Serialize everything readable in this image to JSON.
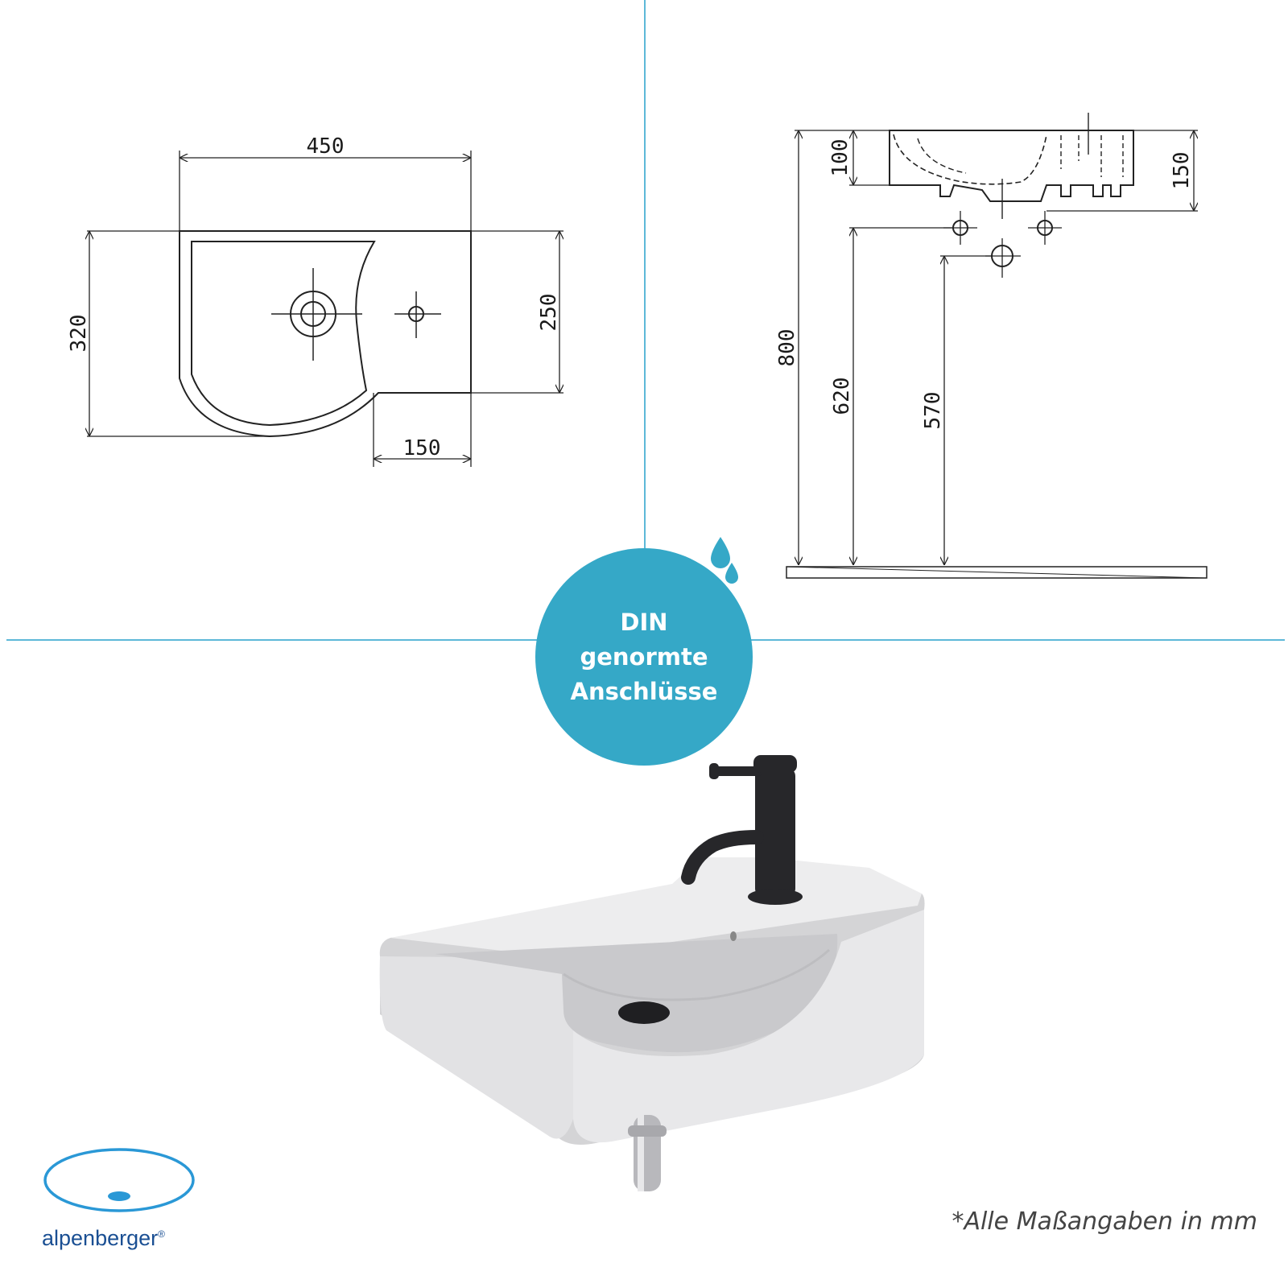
{
  "dimensions_top_view": {
    "width": "450",
    "depth": "320",
    "bowl_depth": "250",
    "ledge_width": "150"
  },
  "dimensions_side_view": {
    "basin_height": "100",
    "total_height": "150",
    "mount_height": "800",
    "inlet_height": "620",
    "drain_height": "570"
  },
  "badge": {
    "line1": "DIN",
    "line2": "genormte",
    "line3": "Anschlüsse"
  },
  "footnote": "*Alle Maßangaben in mm",
  "logo": {
    "text": "alpenberger",
    "mark": "®"
  },
  "colors": {
    "accent": "#35a8c7",
    "divider": "#5db8d8",
    "logo": "#1a4f93"
  }
}
